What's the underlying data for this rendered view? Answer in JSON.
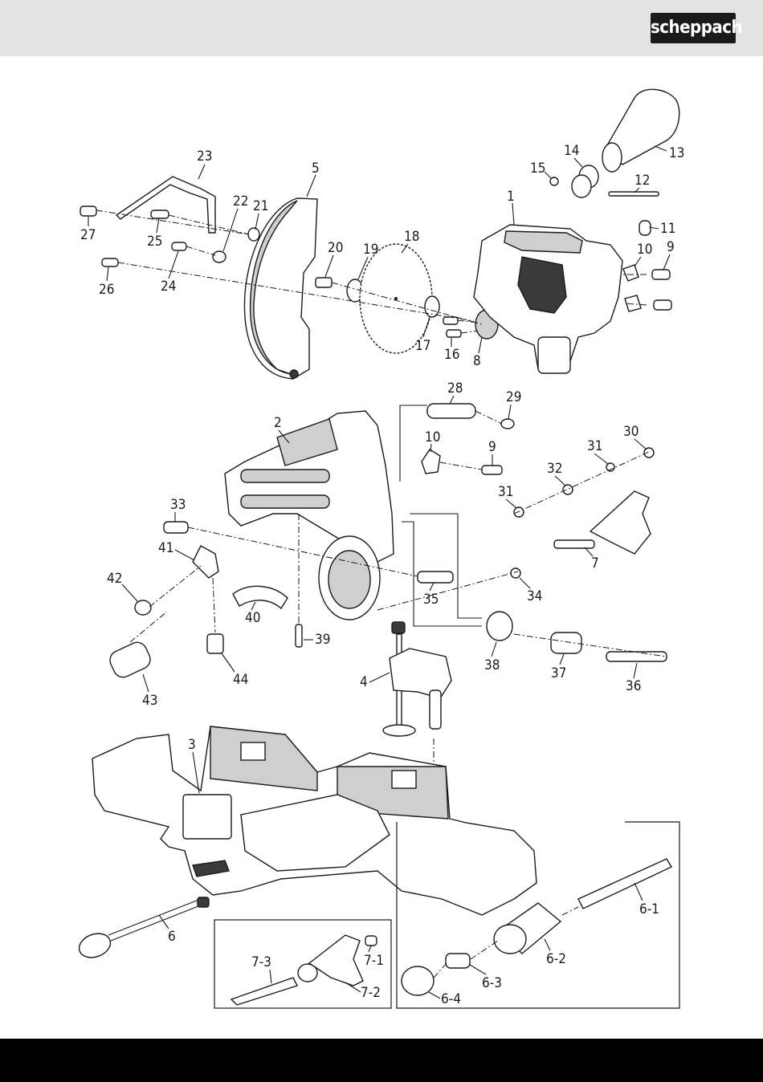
{
  "brand": {
    "logo_text": "scheppach"
  },
  "colors": {
    "header_bg": "#e3e3e3",
    "footer_bg": "#000000",
    "line": "#1a1a1a"
  },
  "parts": {
    "p1": "1",
    "p2": "2",
    "p3": "3",
    "p4": "4",
    "p5": "5",
    "p6": "6",
    "p7": "7",
    "p8": "8",
    "p9a": "9",
    "p9b": "9",
    "p10a": "10",
    "p10b": "10",
    "p11": "11",
    "p12": "12",
    "p13": "13",
    "p14": "14",
    "p15": "15",
    "p16": "16",
    "p17": "17",
    "p18": "18",
    "p19": "19",
    "p20": "20",
    "p21": "21",
    "p22": "22",
    "p23": "23",
    "p24": "24",
    "p25": "25",
    "p26": "26",
    "p27": "27",
    "p28": "28",
    "p29": "29",
    "p30": "30",
    "p31a": "31",
    "p31b": "31",
    "p32": "32",
    "p33": "33",
    "p34": "34",
    "p35": "35",
    "p36": "36",
    "p37": "37",
    "p38": "38",
    "p39": "39",
    "p40": "40",
    "p41": "41",
    "p42": "42",
    "p43": "43",
    "p44": "44",
    "p6_1": "6-1",
    "p6_2": "6-2",
    "p6_3": "6-3",
    "p6_4": "6-4",
    "p7_1": "7-1",
    "p7_2": "7-2",
    "p7_3": "7-3"
  }
}
